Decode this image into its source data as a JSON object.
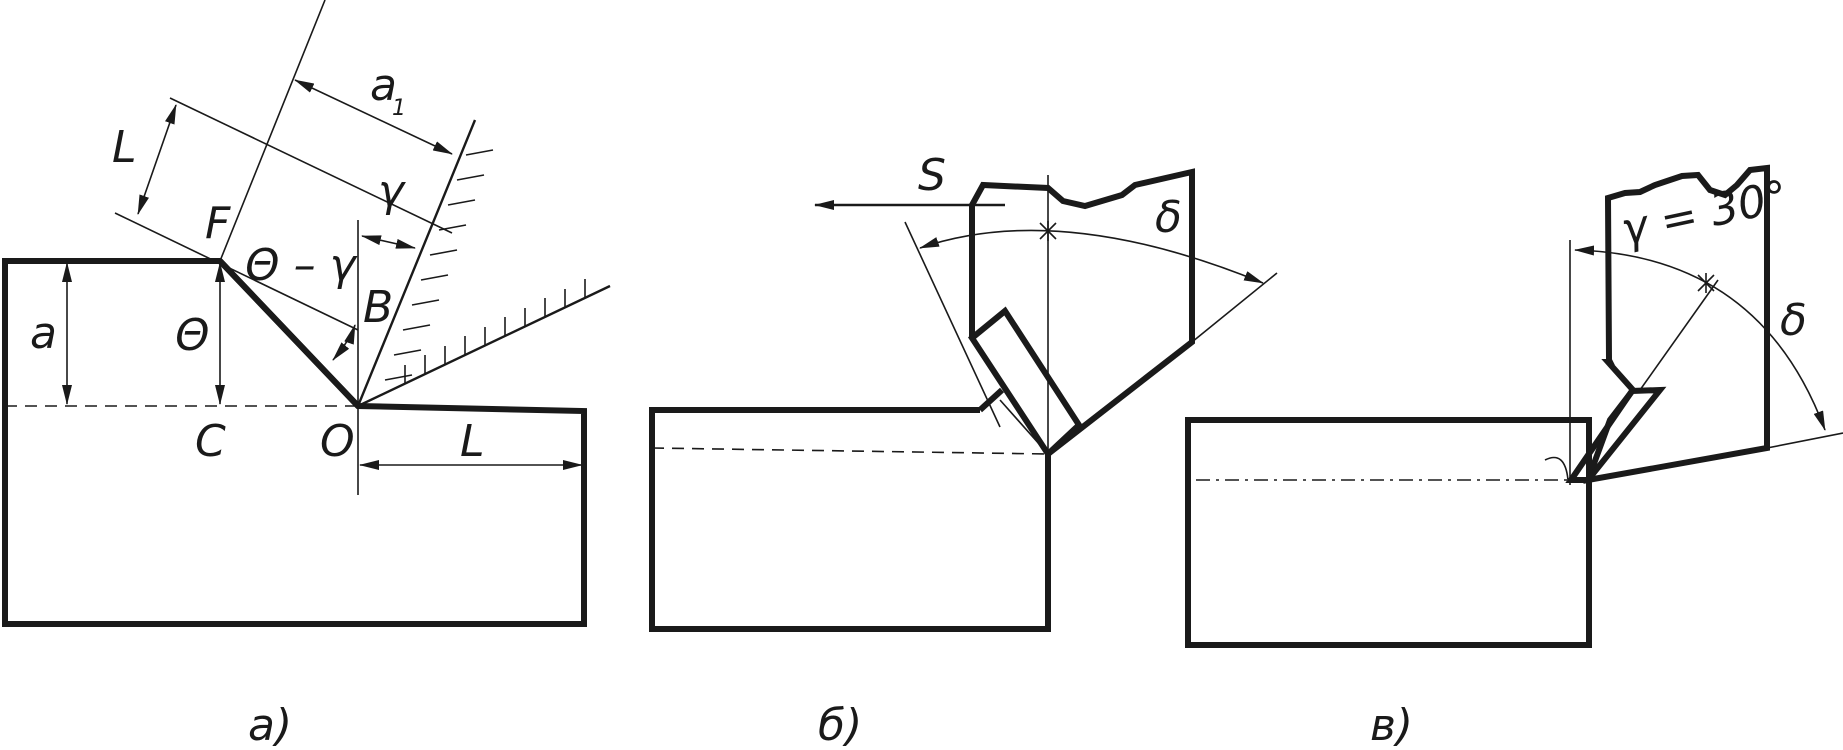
{
  "panel_a": {
    "caption": "а)",
    "labels": {
      "a": "а",
      "a1": "а",
      "a1_sub": "1",
      "L_top": "L",
      "L_right": "L",
      "F": "F",
      "theta": "Θ",
      "theta_minus_gamma": "Θ – γ",
      "gamma": "γ",
      "B": "B",
      "C": "C",
      "O": "O"
    }
  },
  "panel_b": {
    "caption": "б)",
    "labels": {
      "S": "S",
      "delta": "δ"
    }
  },
  "panel_c": {
    "caption": "в)",
    "labels": {
      "gamma_eq": "γ = 30°",
      "delta": "δ"
    }
  }
}
